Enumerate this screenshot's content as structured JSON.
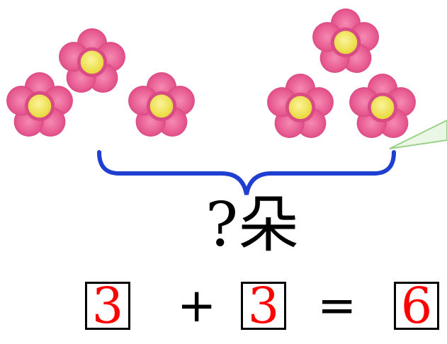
{
  "label": {
    "question": "?朵"
  },
  "equation": {
    "a": "3",
    "plus": "+",
    "b": "3",
    "equals": "=",
    "result": "6"
  },
  "flowers": {
    "count_left": 3,
    "count_right": 3
  },
  "colors": {
    "petal": "#e6578f",
    "petal_dark": "#c73b74",
    "center": "#f4e85c",
    "brace": "#1f3fd0",
    "answer": "#ff0000"
  }
}
